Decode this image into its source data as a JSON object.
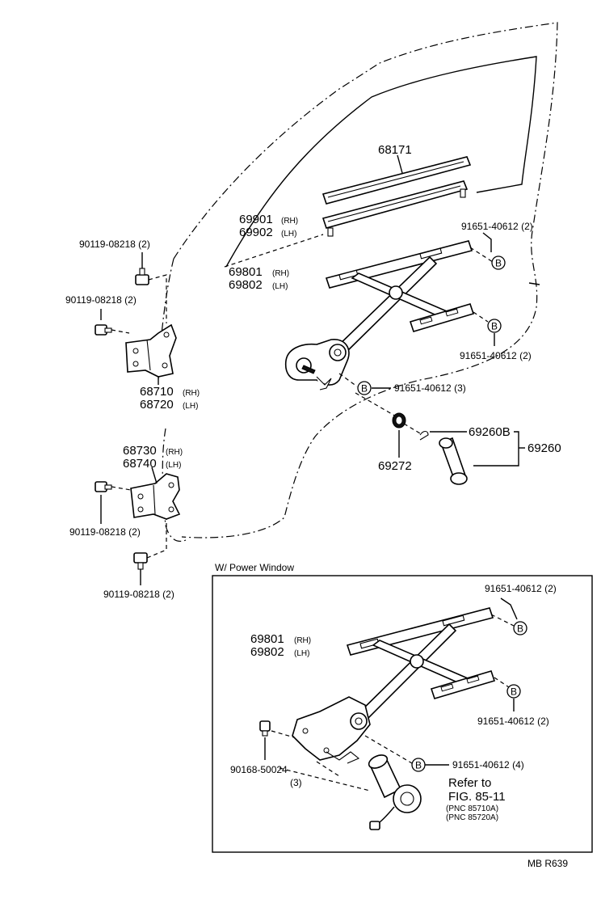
{
  "parts": {
    "channel": "68171",
    "run_a": "69901",
    "run_b": "69902",
    "reg_a": "69801",
    "reg_b": "69802",
    "hinge_upper_a": "68710",
    "hinge_upper_b": "68720",
    "hinge_lower_a": "68730",
    "hinge_lower_b": "68740",
    "washer": "69272",
    "handle_sub": "69260B",
    "handle": "69260",
    "motor_screw": "90168-50024"
  },
  "side": {
    "rh": "(RH)",
    "lh": "(LH)"
  },
  "bolts": {
    "b1": "90119-08218 (2)",
    "b2": "90119-08218 (2)",
    "b3": "90119-08218 (2)",
    "b4": "90119-08218 (2)",
    "s1": "91651-40612 (2)",
    "s2": "91651-40612 (2)",
    "s3": "91651-40612 (3)",
    "pw1": "91651-40612 (2)",
    "pw2": "91651-40612 (2)",
    "pw3": "91651-40612 (4)",
    "motor_qty": "(3)"
  },
  "marker": "B",
  "power_window": {
    "title": "W/ Power Window",
    "refer_line1": "Refer to",
    "refer_line2": "FIG. 85-11",
    "pnc1": "(PNC 85710A)",
    "pnc2": "(PNC 85720A)"
  },
  "footer": {
    "code": "MB   R639"
  }
}
